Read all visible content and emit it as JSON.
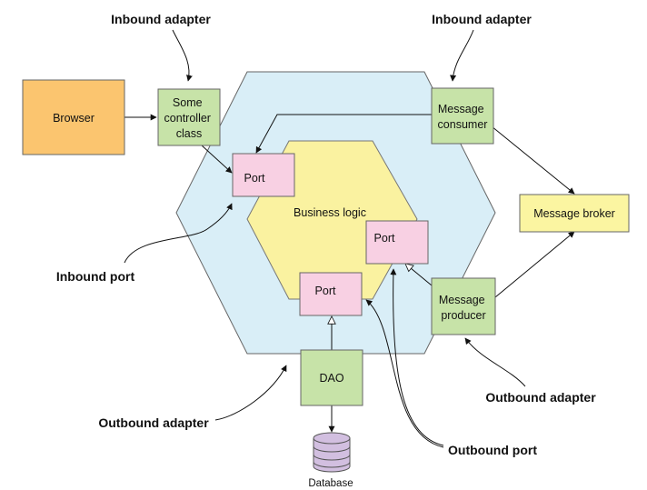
{
  "boxes": {
    "browser": "Browser",
    "controller": [
      "Some",
      "controller",
      "class"
    ],
    "consumer": [
      "Message",
      "consumer"
    ],
    "broker": "Message broker",
    "producer": [
      "Message",
      "producer"
    ],
    "dao": "DAO",
    "port_inbound": "Port",
    "port_right": "Port",
    "port_bottom": "Port",
    "business": "Business logic",
    "database": "Database"
  },
  "annotations": {
    "inbound_adapter_left": "Inbound adapter",
    "inbound_adapter_right": "Inbound adapter",
    "inbound_port": "Inbound port",
    "outbound_adapter_left": "Outbound adapter",
    "outbound_adapter_right": "Outbound adapter",
    "outbound_port": "Outbound port"
  },
  "colors": {
    "browser_fill": "#fbc56f",
    "adapter_fill": "#c7e3a8",
    "port_fill": "#f8d0e3",
    "broker_fill": "#fbf5a1",
    "outer_hex_fill": "#d9eef7",
    "inner_hex_fill": "#faf2a0",
    "database_fill": "#d2bfe0"
  }
}
